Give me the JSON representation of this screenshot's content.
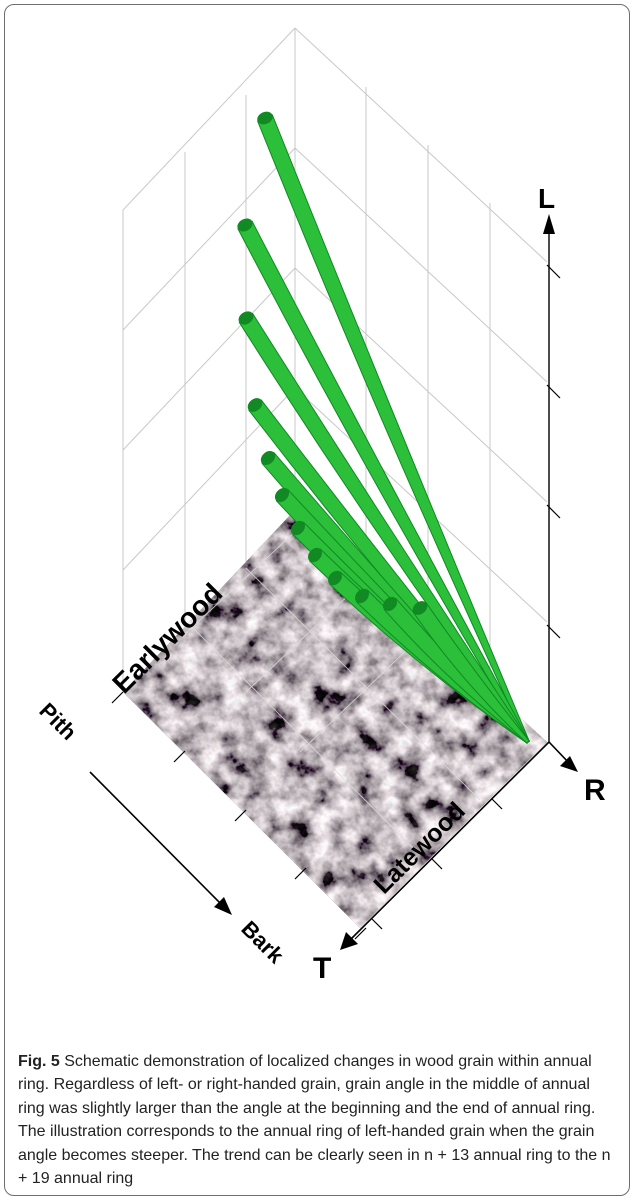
{
  "figure": {
    "axis_labels": {
      "longitudinal": "L",
      "radial": "R",
      "tangential": "T"
    },
    "face_labels": {
      "earlywood": "Earlywood",
      "latewood": "Latewood"
    },
    "direction_labels": {
      "pith": "Pith",
      "bark": "Bark"
    },
    "colors": {
      "grain_fill": "#2bbf3a",
      "grain_dark": "#118a23",
      "grid": "#c8c8c8"
    }
  },
  "caption": {
    "label": "Fig. 5",
    "text": "Schematic demonstration of localized changes in wood grain within annual ring. Regardless of left- or right-handed grain, grain angle in the middle of annual ring was slightly larger than the angle at the beginning and the end of annual ring. The illustration corresponds to the annual ring of left-handed grain when the grain angle becomes steeper. The trend can be clearly seen in n + 13 annual ring to the n + 19 annual ring"
  }
}
